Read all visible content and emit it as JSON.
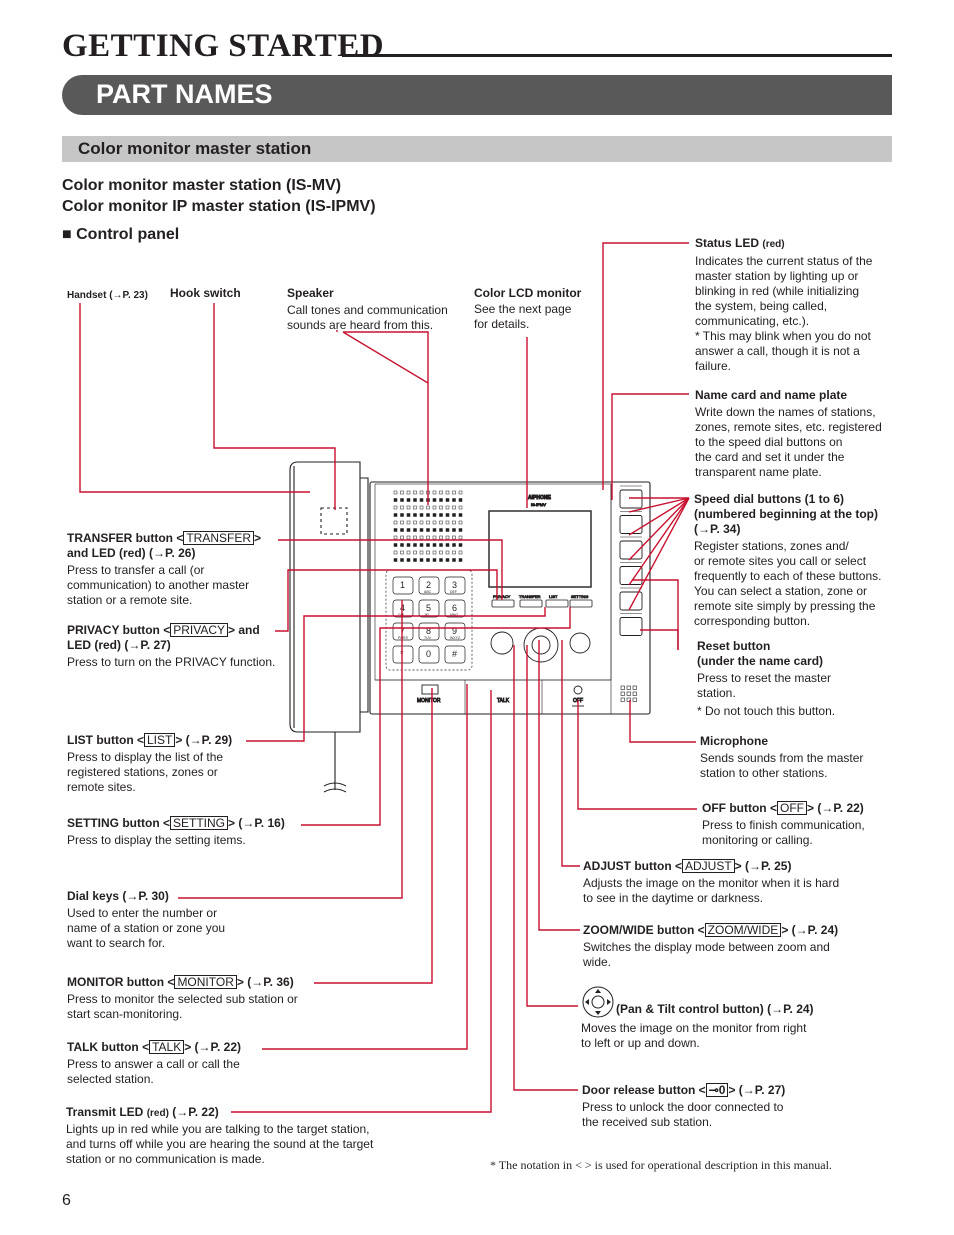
{
  "chapter": {
    "title": "GETTING STARTED"
  },
  "section": {
    "title": "PART NAMES"
  },
  "subsection": {
    "title": "Color monitor master station"
  },
  "models": {
    "line1": "Color monitor master station (IS-MV)",
    "line2": "Color monitor IP master station (IS-IPMV)"
  },
  "panel_heading": {
    "bullet": "■",
    "text": "Control panel"
  },
  "labels": {
    "handset": {
      "name": "Handset (→P. 23)"
    },
    "hook_switch": {
      "name": "Hook switch"
    },
    "speaker": {
      "name": "Speaker",
      "desc1": "Call tones and communication",
      "desc2": "sounds are heard from this."
    },
    "lcd": {
      "name": "Color LCD monitor",
      "desc1": "See the next page",
      "desc2": "for details."
    },
    "status_led": {
      "name": "Status LED",
      "suffix": "(red)",
      "desc": [
        "Indicates the current status of the",
        "master station by lighting up or",
        "blinking in red (while initializing",
        "the system, being called,",
        "communicating, etc.).",
        "* This may blink when you do not",
        "answer a call, though it is not a",
        "failure."
      ]
    },
    "name_card": {
      "name": "Name card and name plate",
      "desc": [
        "Write down the names of stations,",
        "zones, remote sites, etc. registered",
        "to the speed dial buttons on",
        "the card and set it under the",
        "transparent name plate."
      ]
    },
    "speed_dial": {
      "name1": "Speed dial buttons (1 to 6)",
      "name2": "(numbered beginning at the top)",
      "name3": "(→P. 34)",
      "desc": [
        "Register stations, zones and/",
        "or remote sites you call or select",
        "frequently to each of these buttons.",
        "You can select a station, zone or",
        "remote site simply by pressing the",
        "corresponding button."
      ]
    },
    "reset": {
      "name1": "Reset button",
      "name2": "(under the name card)",
      "desc": [
        "Press to reset the master",
        "station."
      ],
      "note": "* Do not touch this button."
    },
    "microphone": {
      "name": "Microphone",
      "desc": [
        "Sends sounds from the master",
        "station to other stations."
      ]
    },
    "off": {
      "pre": "OFF button <",
      "box": "OFF",
      "post": "> (→P. 22)",
      "desc": [
        "Press to finish communication,",
        "monitoring or calling."
      ]
    },
    "adjust": {
      "pre": "ADJUST button <",
      "box": "ADJUST",
      "post": "> (→P. 25)",
      "desc": [
        "Adjusts the image on the monitor when it is hard",
        "to see in the daytime or darkness."
      ]
    },
    "zoom": {
      "pre": "ZOOM/WIDE button <",
      "box": "ZOOM/WIDE",
      "post": "> (→P. 24)",
      "desc": [
        "Switches the display mode between zoom and",
        "wide."
      ]
    },
    "pan": {
      "name": "(Pan & Tilt control button) (→P. 24)",
      "desc": [
        "Moves the image on the monitor from right",
        "to left or up and down."
      ]
    },
    "door": {
      "pre": "Door release button <",
      "box": "⊸0",
      "post": "> (→P. 27)",
      "desc": [
        "Press to unlock the door connected to",
        "the received sub station."
      ]
    },
    "transfer": {
      "pre": "TRANSFER button <",
      "box": "TRANSFER",
      "post": ">",
      "line2": "and LED (red) (→P. 26)",
      "desc": [
        "Press to transfer a call (or",
        "communication) to another master",
        "station or a remote site."
      ]
    },
    "privacy": {
      "pre": "PRIVACY button <",
      "box": "PRIVACY",
      "post": "> and",
      "line2": "LED (red) (→P. 27)",
      "desc": [
        "Press to turn on the PRIVACY function."
      ]
    },
    "list": {
      "pre": "LIST button <",
      "box": "LIST",
      "post": "> (→P. 29)",
      "desc": [
        "Press to display the list of the",
        "registered stations, zones or",
        "remote sites."
      ]
    },
    "setting": {
      "pre": "SETTING button <",
      "box": "SETTING",
      "post": "> (→P. 16)",
      "desc": [
        "Press to display the setting items."
      ]
    },
    "dial": {
      "name": "Dial keys (→P. 30)",
      "desc": [
        "Used to enter the number or",
        "name of a station or zone you",
        "want to search for."
      ]
    },
    "monitor": {
      "pre": "MONITOR button <",
      "box": "MONITOR",
      "post": "> (→P. 36)",
      "desc": [
        "Press to monitor the selected sub station or",
        "start scan-monitoring."
      ]
    },
    "talk": {
      "pre": "TALK button <",
      "box": "TALK",
      "post": "> (→P. 22)",
      "desc": [
        "Press to answer a call or call the",
        "selected station."
      ]
    },
    "transmit": {
      "name": "Transmit LED",
      "suffix": "(red)",
      "ref": "(→P. 22)",
      "desc": [
        "Lights up in red while you are talking to the target station,",
        "and turns off while you are hearing the sound at the target",
        "station or no communication is made."
      ]
    }
  },
  "device": {
    "brand": "AIPHONE",
    "model": "IS-IPMV",
    "buttons": [
      "PRIVACY",
      "TRANSFER",
      "LIST",
      "SETTING",
      "MONITOR",
      "TALK",
      "OFF"
    ],
    "keys": [
      "1",
      "2",
      "3",
      "4",
      "5",
      "6",
      "7",
      "8",
      "9",
      "*",
      "0",
      "#"
    ],
    "key_letters": [
      "",
      "ABC",
      "DEF",
      "GHI",
      "JKL",
      "MNO",
      "PQRS",
      "TUV",
      "WXYZ",
      "",
      "",
      ""
    ]
  },
  "footer": {
    "page": "6",
    "note": "* The notation in <  > is used for operational description in this manual."
  },
  "colors": {
    "leader": "#c8102e",
    "banner": "#595959",
    "subbanner": "#c6c6c6"
  }
}
